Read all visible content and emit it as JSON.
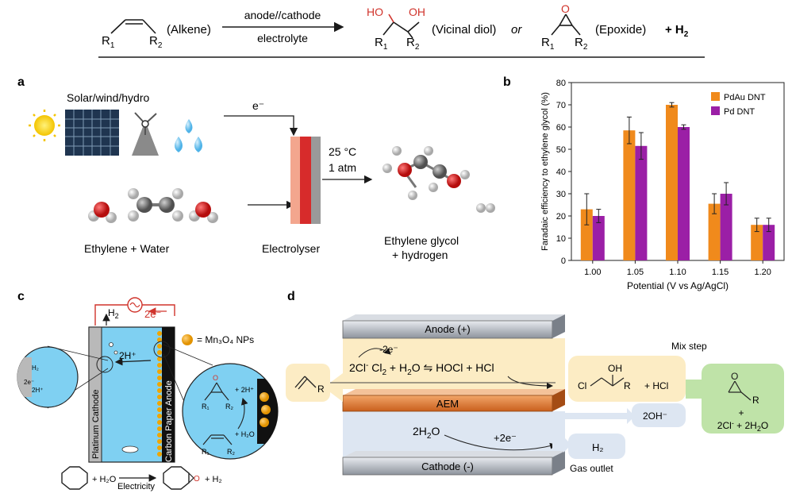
{
  "scheme": {
    "r1": "R",
    "r1_sub": "1",
    "r2": "R",
    "r2_sub": "2",
    "alkene": "(Alkene)",
    "arrow_top": "anode//cathode",
    "arrow_bottom": "electrolyte",
    "oh": "OH",
    "ho": "HO",
    "diol": "(Vicinal diol)",
    "or": "or",
    "o": "O",
    "epoxide": "(Epoxide)",
    "plus_h2": "+ H",
    "h2_sub": "2"
  },
  "panel_a": {
    "label": "a",
    "energy": "Solar/wind/hydro",
    "electron": "e⁻",
    "temp": "25 °C",
    "pressure": "1 atm",
    "reactants": "Ethylene + Water",
    "device": "Electrolyser",
    "product_line1": "Ethylene glycol",
    "product_line2": "+ hydrogen"
  },
  "panel_b": {
    "label": "b"
  },
  "chart_data": {
    "type": "bar",
    "categories": [
      "1.00",
      "1.05",
      "1.10",
      "1.15",
      "1.20"
    ],
    "series": [
      {
        "name": "PdAu DNT",
        "values": [
          23,
          58.5,
          70,
          25.5,
          16
        ],
        "errors": [
          7,
          6,
          1,
          4.5,
          3
        ],
        "color": "#f08a1c"
      },
      {
        "name": "Pd DNT",
        "values": [
          20,
          51.5,
          60,
          30,
          16
        ],
        "errors": [
          3,
          6,
          1,
          5,
          3
        ],
        "color": "#9b1fa6"
      }
    ],
    "xlabel": "Potential (V vs Ag/AgCl)",
    "ylabel": "Faradaic efficiency to ethylene glycol (%)",
    "ylim": [
      0,
      80
    ],
    "yticks": [
      "0",
      "10",
      "20",
      "30",
      "40",
      "50",
      "60",
      "70",
      "80"
    ],
    "legend": "top-right"
  },
  "panel_c": {
    "label": "c",
    "two_e": "2e⁻",
    "h2": "H",
    "h2_sub": "2",
    "two_h": "2H⁺",
    "cathode": "Platinum Cathode",
    "anode": "Carbon Paper Anode",
    "np_legend": "= Mn₃O₄ NPs",
    "plus_h2o": "+ H₂O",
    "electricity": "Electricity",
    "plus_h2_out": "+ H₂",
    "zoom_2e": "2e⁻",
    "zoom_2h": "2H⁺",
    "zoom_h2": "H₂",
    "zoom_r1": "R₁",
    "zoom_r2": "R₂",
    "zoom_plus_2h": "+ 2H⁺",
    "zoom_plus_h2o": "+ H₂O"
  },
  "panel_d": {
    "label": "d",
    "anode": "Anode (+)",
    "minus_2e": "-2e⁻",
    "anode_reaction": "2Cl⁻  Cl₂ + H₂O ⇋ HOCl + HCl",
    "aem": "AEM",
    "cathode_water": "2H₂O",
    "plus_2e": "+2e⁻",
    "cathode": "Cathode (-)",
    "alkene_r": "R",
    "mix_step": "Mix step",
    "chloro_cl": "Cl",
    "chloro_oh": "OH",
    "chloro_r": "R",
    "plus_hcl": "+ HCl",
    "two_oh": "2OH⁻",
    "h2": "H₂",
    "gas_outlet": "Gas outlet",
    "epox_o": "O",
    "epox_r": "R",
    "plus": "+",
    "byproducts": "2Cl⁻ + 2H₂O"
  },
  "colors": {
    "orange": "#f08a1c",
    "purple": "#9b1fa6",
    "electrolyte_blue": "#7fd0f2",
    "anode_band": "#fcecc4",
    "cathode_band": "#dde6f2",
    "aem": "#e07a2e",
    "product_green": "#bfe3a8"
  }
}
